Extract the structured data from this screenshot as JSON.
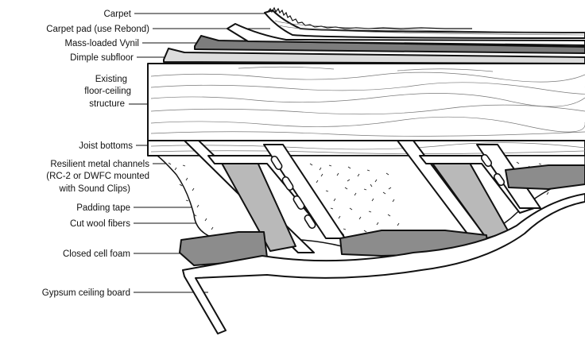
{
  "labels": {
    "carpet": "Carpet",
    "carpet_pad": "Carpet pad (use Rebond)",
    "mlv": "Mass-loaded Vynil",
    "dimple": "Dimple subfloor",
    "existing_1": "Existing",
    "existing_2": "floor-ceiling",
    "existing_3": "structure",
    "joist_bottoms": "Joist bottoms",
    "channels_1": "Resilient metal channels",
    "channels_2": "(RC-2 or DWFC mounted",
    "channels_3": "with Sound Clips)",
    "padding_tape": "Padding tape",
    "wool": "Cut wool fibers",
    "foam": "Closed cell foam",
    "gypsum": "Gypsum ceiling board"
  },
  "colors": {
    "outline": "#111111",
    "wood": "#ffffff",
    "mlv": "#7d7d7d",
    "dimple": "#dcdcdc",
    "padding_tape": "#b9b9b9",
    "foam": "#8c8c8c",
    "gypsum": "#ffffff"
  }
}
